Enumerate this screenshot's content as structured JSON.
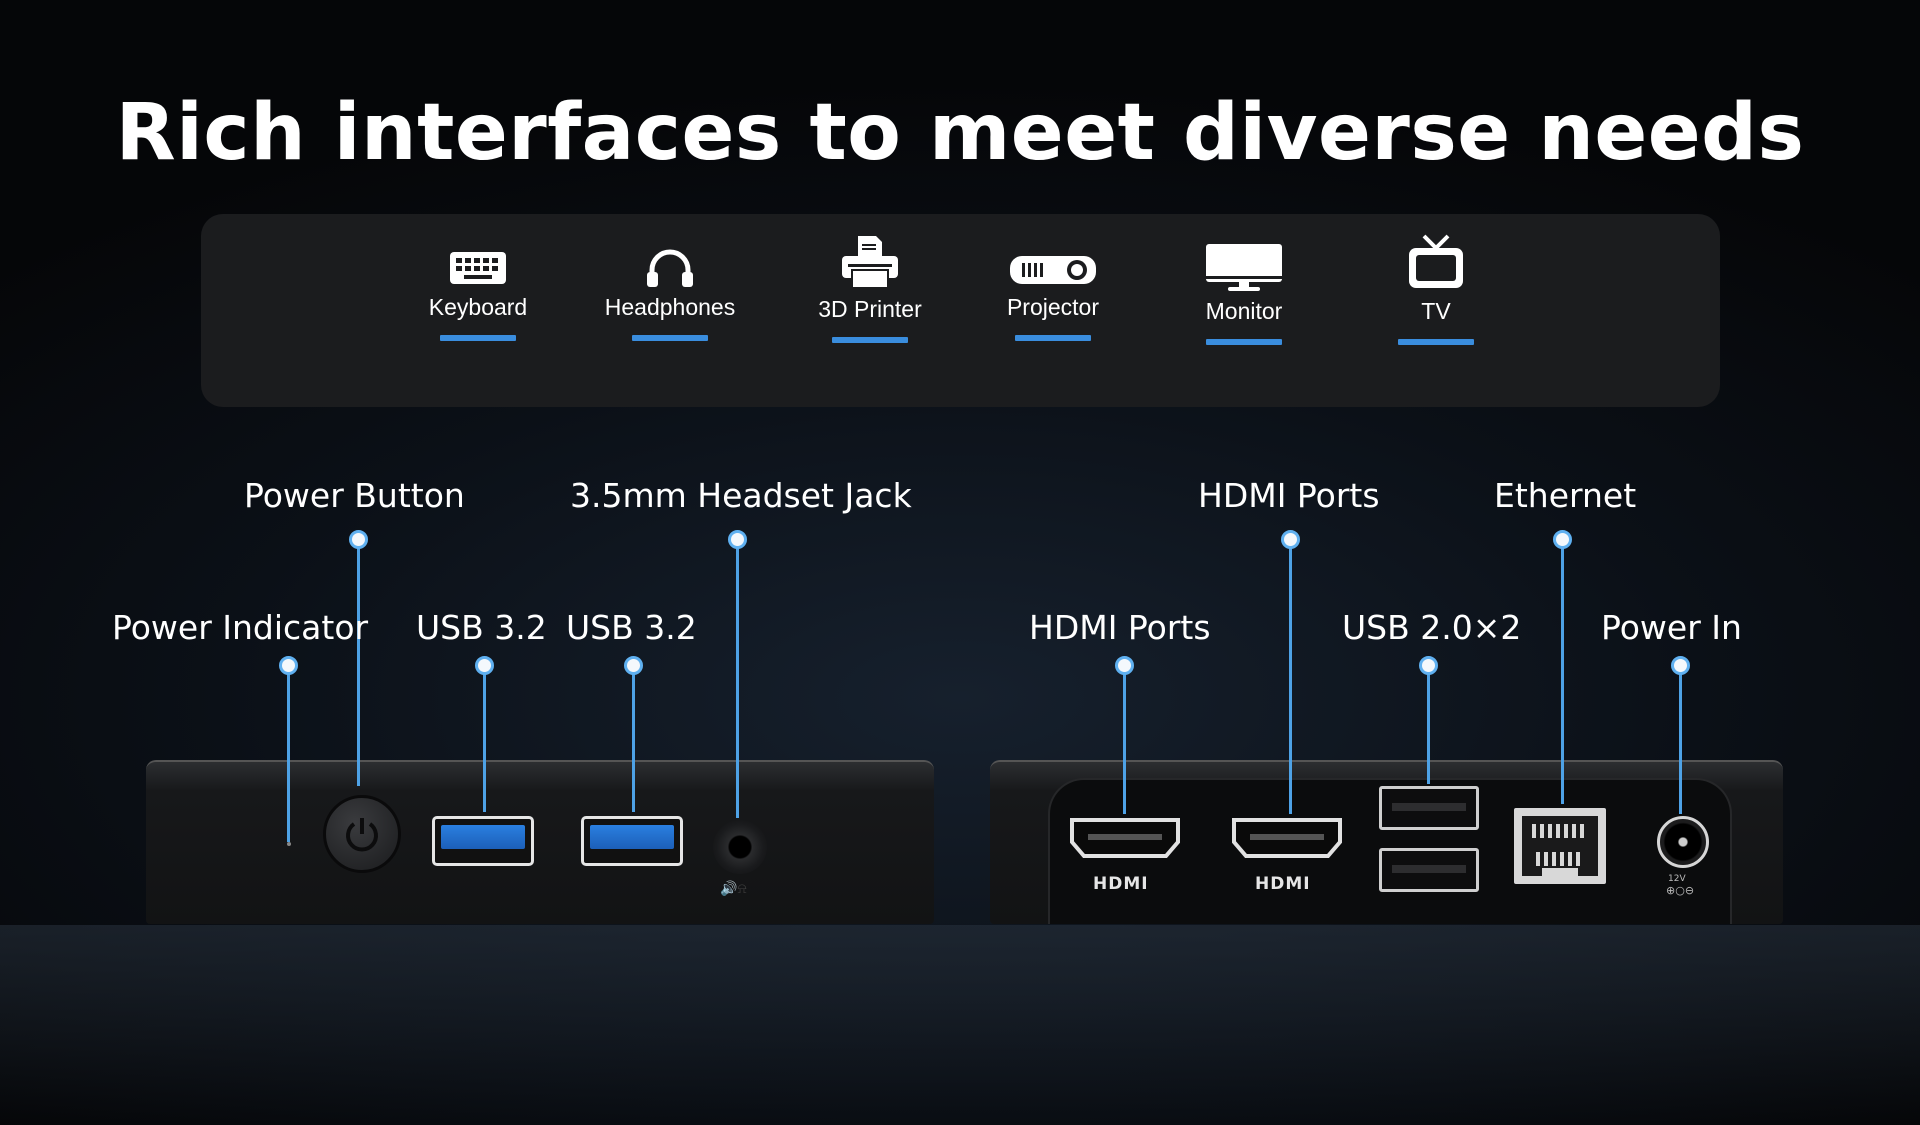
{
  "title": "Rich interfaces to meet diverse needs",
  "devices": [
    {
      "label": "Keyboard",
      "icon": "keyboard-icon"
    },
    {
      "label": "Headphones",
      "icon": "headphones-icon"
    },
    {
      "label": "3D Printer",
      "icon": "printer-icon"
    },
    {
      "label": "Projector",
      "icon": "projector-icon"
    },
    {
      "label": "Monitor",
      "icon": "monitor-icon"
    },
    {
      "label": "TV",
      "icon": "tv-icon"
    }
  ],
  "front_callouts": {
    "power_indicator": "Power Indicator",
    "power_button": "Power Button",
    "usb_a": "USB 3.2",
    "usb_b": "USB 3.2",
    "headset": "3.5mm Headset Jack"
  },
  "rear_callouts": {
    "hdmi_a": "HDMI Ports",
    "hdmi_b": "HDMI Ports",
    "usb2": "USB 2.0×2",
    "ethernet": "Ethernet",
    "power_in": "Power In"
  },
  "port_marks": {
    "hdmi_logo": "HDMI",
    "dc_rating": "12V"
  },
  "colors": {
    "accent": "#3a8dde",
    "background": "#0b1017",
    "panel": "#1b1c1e"
  }
}
